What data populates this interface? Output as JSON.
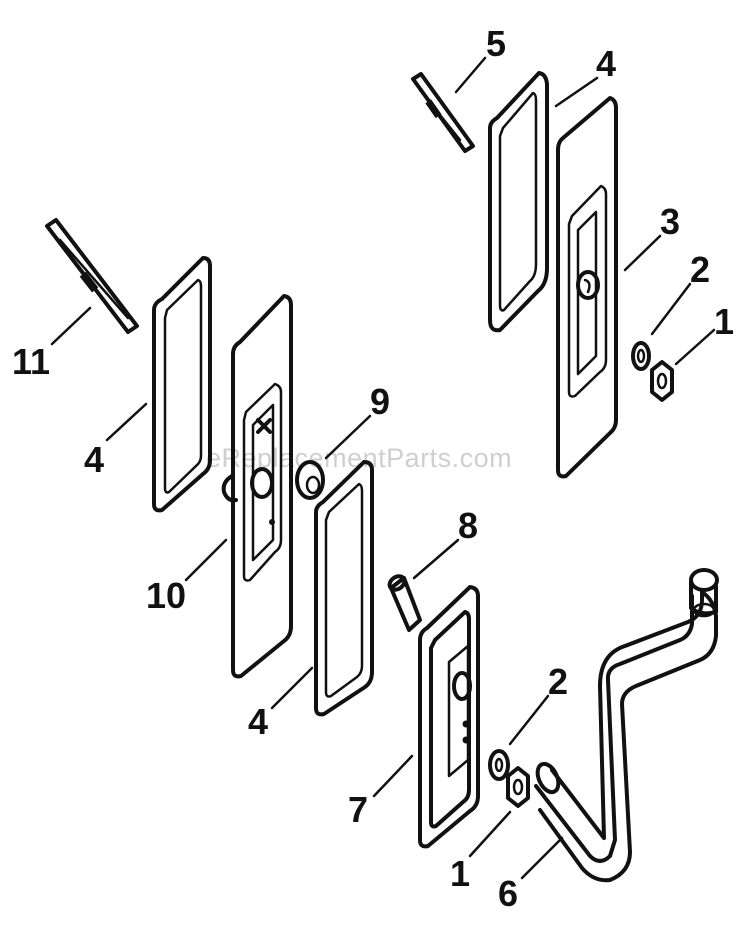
{
  "watermark": "eReplacementParts.com",
  "callouts": {
    "c1_top": "1",
    "c2_top": "2",
    "c3": "3",
    "c4_top": "4",
    "c5": "5",
    "c11": "11",
    "c4_left": "4",
    "c9": "9",
    "c10": "10",
    "c8": "8",
    "c4_mid": "4",
    "c2_bottom": "2",
    "c7": "7",
    "c1_bottom": "1",
    "c6": "6"
  }
}
